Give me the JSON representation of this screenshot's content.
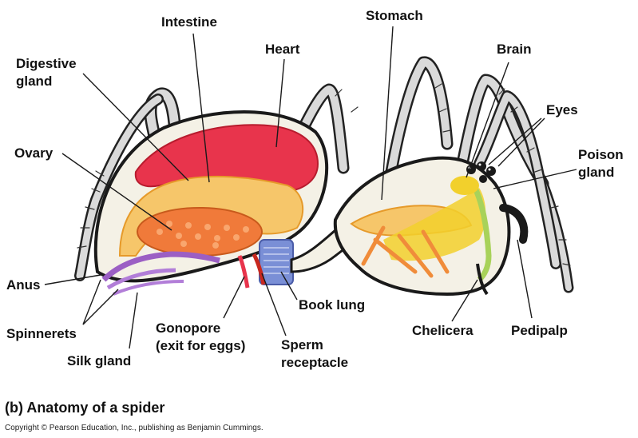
{
  "figure": {
    "caption": "(b) Anatomy of a spider",
    "copyright": "Copyright © Pearson Education, Inc., publishing as Benjamin Cummings."
  },
  "labels": {
    "intestine": "Intestine",
    "stomach": "Stomach",
    "heart": "Heart",
    "brain": "Brain",
    "digestive_gland_1": "Digestive",
    "digestive_gland_2": "gland",
    "eyes": "Eyes",
    "ovary": "Ovary",
    "poison_gland_1": "Poison",
    "poison_gland_2": "gland",
    "anus": "Anus",
    "book_lung": "Book lung",
    "spinnerets": "Spinnerets",
    "gonopore_1": "Gonopore",
    "gonopore_2": "(exit for eggs)",
    "chelicera": "Chelicera",
    "pedipalp": "Pedipalp",
    "sperm_receptacle_1": "Sperm",
    "sperm_receptacle_2": "receptacle",
    "silk_gland": "Silk gland"
  },
  "colors": {
    "body_fill": "#f4f1e6",
    "outline": "#1a1a1a",
    "heart": "#e8344c",
    "intestine": "#f6b43c",
    "ovary": "#f07a3a",
    "book_lung": "#7a8fd6",
    "silk_gland": "#9b5fc4",
    "poison_gland": "#a8d25a",
    "nerves": "#e8c21c",
    "leg": "#d9d9d9"
  }
}
